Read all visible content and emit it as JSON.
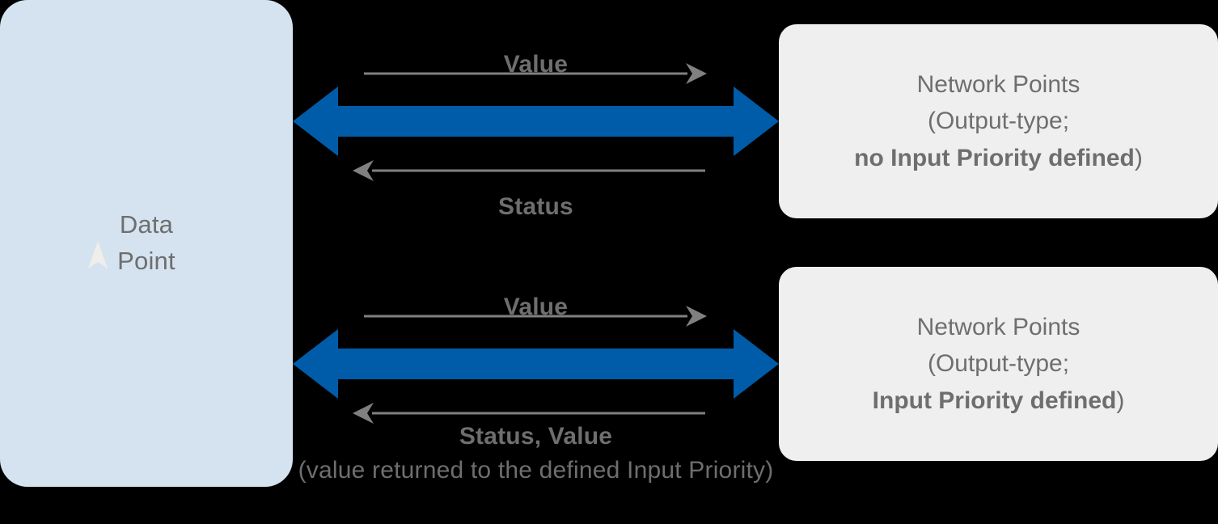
{
  "diagram": {
    "title": "Data Point to Network Points communication",
    "colors": {
      "background": "#000000",
      "datapoint_fill": "#d5e3f0",
      "networkpoint_fill": "#efefef",
      "thick_arrow": "#005ca9",
      "thin_arrow": "#808080",
      "text": "#6e6e6e"
    }
  },
  "datapoint": {
    "label": "Data\nPoint",
    "cursor_icon": "mouse-cursor-icon"
  },
  "network_points": [
    {
      "line1": "Network Points",
      "line2": "(Output-type;",
      "line3_strong": "no Input Priority defined",
      "line3_tail": ")"
    },
    {
      "line1": "Network Points",
      "line2": "(Output-type;",
      "line3_strong": "Input Priority defined",
      "line3_tail": ")"
    }
  ],
  "connectors": [
    {
      "forward_label": "Value",
      "return_label": "Status",
      "return_sublabel": "",
      "bidirectional_icon": "double-headed-arrow-icon",
      "forward_icon": "arrow-right-icon",
      "return_icon": "arrow-left-icon"
    },
    {
      "forward_label": "Value",
      "return_label": "Status, Value",
      "return_sublabel": "(value returned to the\ndefined Input Priority)",
      "bidirectional_icon": "double-headed-arrow-icon",
      "forward_icon": "arrow-right-icon",
      "return_icon": "arrow-left-icon"
    }
  ]
}
